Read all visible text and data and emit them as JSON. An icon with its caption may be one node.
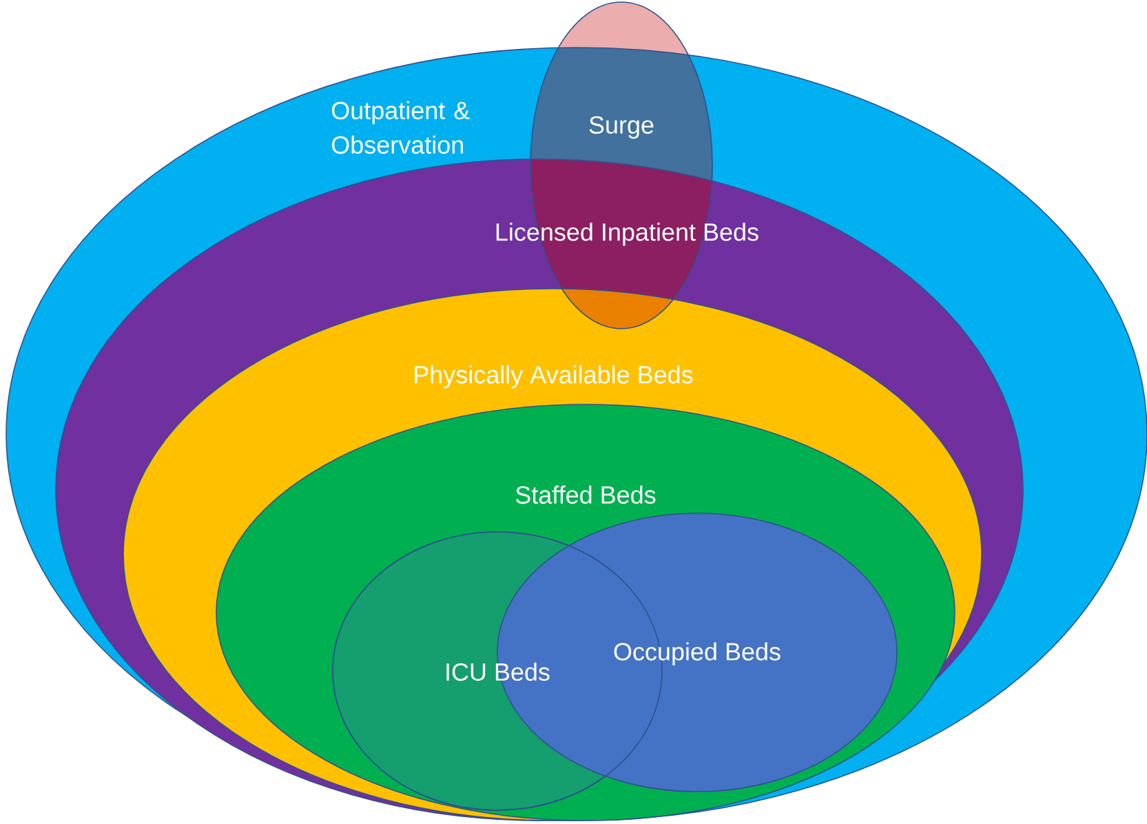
{
  "diagram": {
    "nodes": [
      {
        "text": [
          "Outpatient & Observation"
        ]
      },
      {
        "text": [
          "Surge"
        ]
      },
      {
        "text": [
          "Licensed Inpatient Beds"
        ],
        "in": 0
      },
      {
        "text": [
          "Physically Available Beds"
        ],
        "in": 2
      },
      {
        "text": [
          "Staffed Beds"
        ],
        "in": 3
      },
      {
        "text": [
          "ICU Beds"
        ],
        "in": 4
      },
      {
        "text": [
          "Occupied Beds"
        ],
        "in": 4
      }
    ]
  }
}
